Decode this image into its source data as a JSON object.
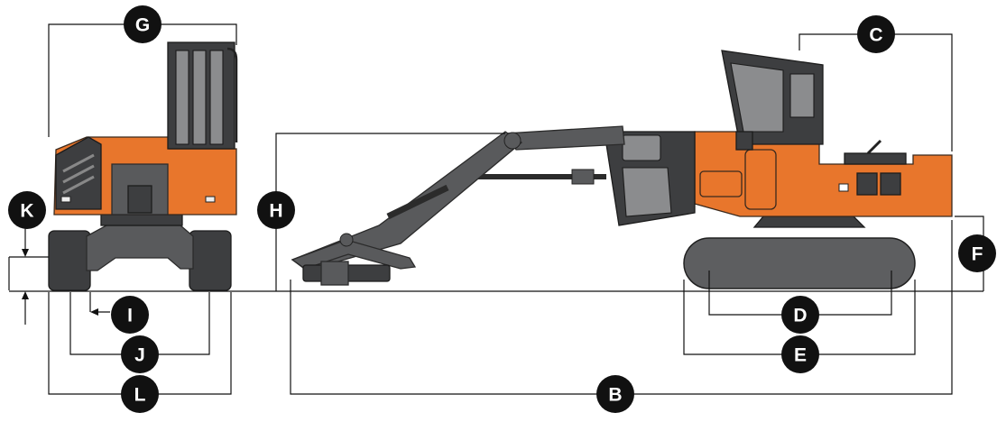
{
  "colors": {
    "machine_orange": "#e8762c",
    "machine_steel": "#595a5c",
    "badge": "#111111",
    "lines": "#111111"
  },
  "dimension_labels": {
    "B": "B",
    "C": "C",
    "D": "D",
    "E": "E",
    "F": "F",
    "G": "G",
    "H": "H",
    "I": "I",
    "J": "J",
    "K": "K",
    "L": "L"
  }
}
